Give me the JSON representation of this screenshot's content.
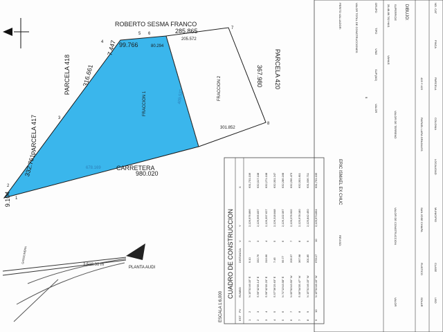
{
  "plan": {
    "owner": "ROBERTO SESMA FRANCO",
    "road": "CARRETERA",
    "parcel_418": "PARCELA 418",
    "parcel_417": "PARCELA 417",
    "parcel_420": "PARCELA 420",
    "fraction_1": "FRACCION 1",
    "fraction_2": "FRACCION 2",
    "vertices": [
      "1",
      "2",
      "3",
      "4",
      "5",
      "6",
      "7",
      "8"
    ],
    "side_top": "99.766",
    "side_top_right": "285.865",
    "side_left_small": "7.447",
    "side_upper_left": "316.661",
    "side_lower_left": "332.761",
    "side_left_end": "9.104",
    "side_bottom": "980.020",
    "side_right": "367.980",
    "inner_top": "80.294",
    "inner_top_2": "205.572",
    "inner_bottom": "678.169",
    "inner_right_bottom": "301.852",
    "divider_len": "409.522"
  },
  "location": {
    "plant": "PLANTA AUDI",
    "distance": "2,518.00 m",
    "gas_station": "GASOLINERA"
  },
  "table": {
    "title": "CUADRO DE CONSTRUCCION",
    "scale": "ESCALA 1:6,000",
    "headers": [
      "EST",
      "PV",
      "RUMBO",
      "DISTANCIA",
      "V",
      "Y",
      "X"
    ],
    "rows": [
      [
        "1",
        "2",
        "N 15°31'46.15\" E",
        "9.10",
        "2",
        "2,126,976.866",
        "631,731.106"
      ],
      [
        "2",
        "3",
        "S 56°42'05.14\" E",
        "332.76",
        "3",
        "2,126,965.837",
        "632,017.108"
      ],
      [
        "3",
        "4",
        "S 56°42'05.20\" E",
        "316.66",
        "4",
        "2,126,397.627",
        "632,271.108"
      ],
      [
        "4",
        "5",
        "S 57°36'25.63\" E",
        "7.45",
        "5",
        "2,126,318.848",
        "632,301.247"
      ],
      [
        "5",
        "6",
        "N 71°13'43.58\" E",
        "99.77",
        "6",
        "2,126,102.067",
        "632,286.168"
      ],
      [
        "6",
        "7",
        "N 05°00'43.50\" W",
        "205.57",
        "7",
        "2,126,076.902",
        "632,296.473"
      ],
      [
        "7",
        "8",
        "S 09°04'35.47\" W",
        "367.98",
        "8",
        "2,125,978.180",
        "632,301.811"
      ],
      [
        "8",
        "9",
        "N 15°31'46.15\" W",
        "301.85",
        "9",
        "2,125,842.450",
        "631,936.711"
      ],
      [
        "9",
        "10",
        "N 15°31'46.15\" W",
        "678.17",
        "10",
        "2,125,974.894",
        "631,731.105"
      ]
    ]
  },
  "info": {
    "cols": [
      "NO. CAT",
      "FINCA",
      "PARCELA",
      "COLONIA",
      "LOCALIDAD",
      "MUNICIPIO",
      "CLASE",
      "USO"
    ],
    "vals": [
      "419 Y 423",
      "RAFAEL LARA GRAJALES",
      "SAN JOSE CHIAPA",
      "RUSTICO",
      "SOLAR"
    ],
    "drawing": "DIBUJO:",
    "surface_label": "SUPERFICIE",
    "surface_unit": "VAHAS",
    "surface_value": "28-48-86.782 HAS.",
    "land_value": "VALOR DE TERRENO",
    "construction_value": "VALOR DE CONSTRUCCION",
    "value_header": "VALOR",
    "value_row_symbol": "$",
    "grid_headers": [
      "GRUPO",
      "TIPO",
      "V/M2",
      "SUP.(M2)",
      "VALOR"
    ],
    "total": "VALOR TOTAL DE CONSTRUCCIONES",
    "appraiser_label": "PERITO VALUADOR:",
    "appraiser_name": "ERIC ISMAEL EX CHUC",
    "reviewed": "REVISO:"
  },
  "colors": {
    "parcel_fill": "#3ab6ec",
    "line": "#1a1a1a"
  }
}
